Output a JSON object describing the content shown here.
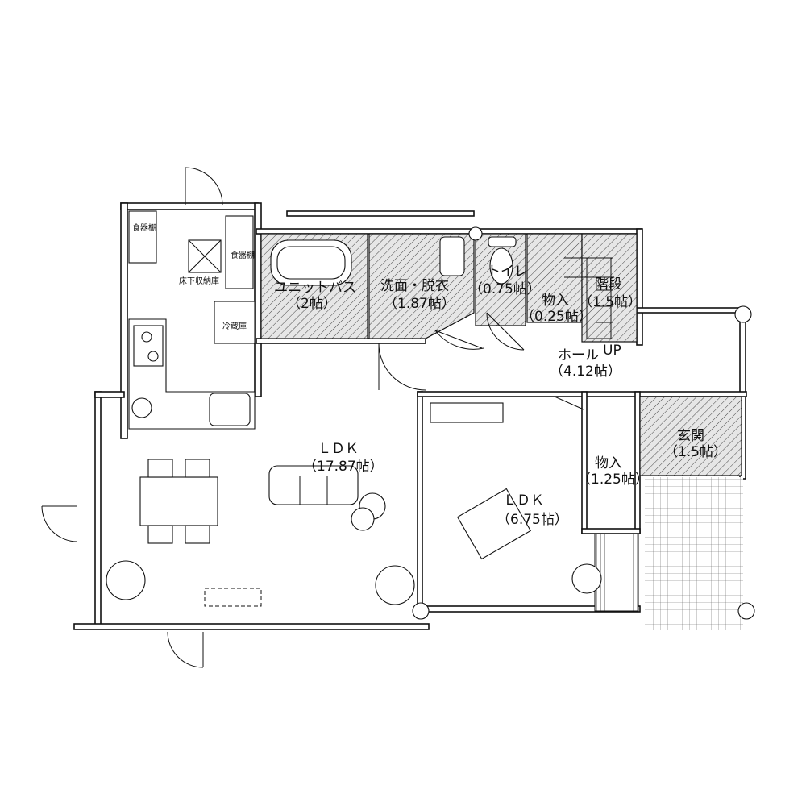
{
  "rooms": {
    "bathroom": {
      "name": "ユニットバス",
      "size": "（2帖）"
    },
    "washroom": {
      "name": "洗面・脱衣",
      "size": "（1.87帖）"
    },
    "toilet": {
      "name": "トイレ",
      "size": "（0.75帖）"
    },
    "storage_small": {
      "name": "物入",
      "size": "（0.25帖）"
    },
    "stairs": {
      "name": "階段",
      "size": "（1.5帖）",
      "up_label": "UP"
    },
    "hall": {
      "name": "ホール",
      "size": "（4.12帖）"
    },
    "ldk_main": {
      "name": "ＬＤＫ",
      "size": "（17.87帖）"
    },
    "ldk_sub": {
      "name": "ＬＤＫ",
      "size": "（6.75帖）"
    },
    "storage_mid": {
      "name": "物入",
      "size": "（1.25帖）"
    },
    "entrance": {
      "name": "玄関",
      "size": "（1.5帖）"
    }
  },
  "kitchen": {
    "dish_shelf_1": "食器棚",
    "dish_shelf_2": "食器棚",
    "underfloor_storage": "床下収納庫",
    "fridge": "冷蔵庫"
  }
}
